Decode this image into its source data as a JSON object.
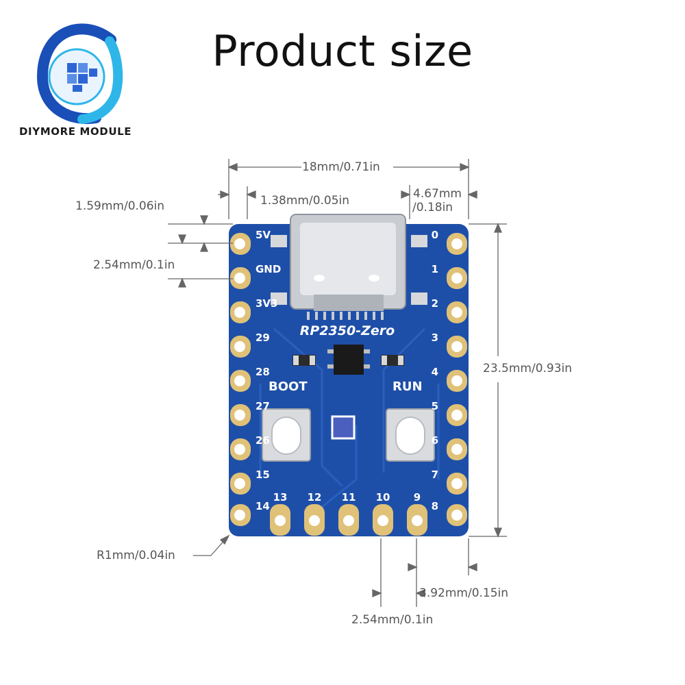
{
  "title": "Product size",
  "brand": {
    "name": "DIYMORE MODULE",
    "logo_icon": "globe-cube-logo-icon",
    "colors": {
      "ring_dark": "#1a4fb8",
      "ring_light": "#2fb6e8",
      "cube": "#2d66d4"
    }
  },
  "board": {
    "name": "RP2350-Zero",
    "boot_label": "BOOT",
    "run_label": "RUN",
    "left_pins": [
      "5V",
      "GND",
      "3V3",
      "29",
      "28",
      "27",
      "26",
      "15",
      "14"
    ],
    "right_pins": [
      "0",
      "1",
      "2",
      "3",
      "4",
      "5",
      "6",
      "7",
      "8"
    ],
    "bottom_pins": [
      "13",
      "12",
      "11",
      "10",
      "9"
    ],
    "colors": {
      "pcb": "#1e4fa8",
      "pcb_trace": "#2a5fbe",
      "pad": "#e0c178",
      "pad_hole": "#ffffff",
      "connector": "#c9ccd1"
    }
  },
  "dimensions": {
    "width": "18mm/0.71in",
    "usb_offset": "1.38mm/0.05in",
    "right_offset_1": "4.67mm",
    "right_offset_2": "/0.18in",
    "edge_to_pin": "1.59mm/0.06in",
    "pin_pitch_left": "2.54mm/0.1in",
    "height": "23.5mm/0.93in",
    "corner_radius": "R1mm/0.04in",
    "right_edge_pin": "3.92mm/0.15in",
    "pin_pitch_bottom": "2.54mm/0.1in"
  }
}
